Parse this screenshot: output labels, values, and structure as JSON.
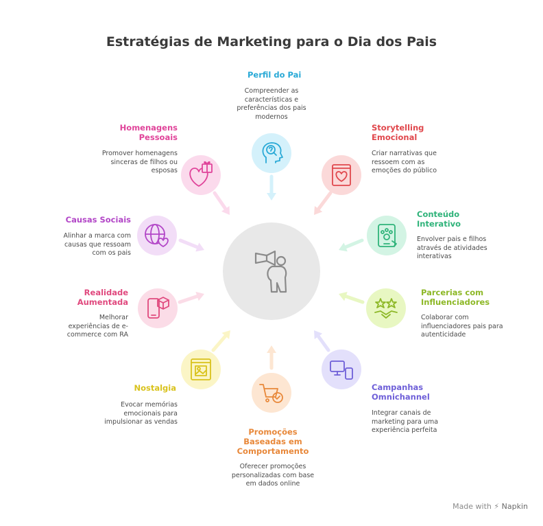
{
  "title": "Estratégias de Marketing para o Dia dos Pais",
  "center": {
    "icon": "megaphone-person-icon"
  },
  "nodes": [
    {
      "id": "perfil",
      "title": "Perfil do Pai",
      "desc": "Compreender as características e preferências dos pais modernos",
      "color": "#29A9D6",
      "bg": "#D4F1FB",
      "icon": "head-search-icon"
    },
    {
      "id": "storytelling",
      "title": "Storytelling Emocional",
      "desc": "Criar narrativas que ressoem com as emoções do público",
      "color": "#E0474C",
      "bg": "#FBD9D9",
      "icon": "heart-book-icon"
    },
    {
      "id": "conteudo",
      "title": "Conteúdo Interativo",
      "desc": "Envolver pais e filhos através de atividades interativas",
      "color": "#2FB37A",
      "bg": "#D3F4E4",
      "icon": "tablet-paw-icon"
    },
    {
      "id": "parcerias",
      "title": "Parcerias com Influenciadores",
      "desc": "Colaborar com influenciadores pais para autenticidade",
      "color": "#8DB827",
      "bg": "#E8F7C2",
      "icon": "stars-handshake-icon"
    },
    {
      "id": "omnichannel",
      "title": "Campanhas Omnichannel",
      "desc": "Integrar canais de marketing para uma experiência perfeita",
      "color": "#6E5FD8",
      "bg": "#E3E0FB",
      "icon": "devices-icon"
    },
    {
      "id": "promocoes",
      "title": "Promoções Baseadas em Comportamento",
      "desc": "Oferecer promoções personalizadas com base em dados online",
      "color": "#E8883A",
      "bg": "#FDE6D2",
      "icon": "cart-check-icon"
    },
    {
      "id": "nostalgia",
      "title": "Nostalgia",
      "desc": "Evocar memórias emocionais para impulsionar as vendas",
      "color": "#D9C21C",
      "bg": "#FBF5C6",
      "icon": "photo-album-icon"
    },
    {
      "id": "realidade",
      "title": "Realidade Aumentada",
      "desc": "Melhorar experiências de e-commerce com RA",
      "color": "#E0497E",
      "bg": "#FBDCE7",
      "icon": "phone-cube-icon"
    },
    {
      "id": "causas",
      "title": "Causas Sociais",
      "desc": "Alinhar a marca com causas que ressoam com os pais",
      "color": "#B246C7",
      "bg": "#F2DDF7",
      "icon": "globe-heart-icon"
    },
    {
      "id": "homenagens",
      "title": "Homenagens Pessoais",
      "desc": "Promover homenagens sinceras de filhos ou esposas",
      "color": "#E0449A",
      "bg": "#FBDAEC",
      "icon": "heart-gift-icon"
    }
  ],
  "footer": {
    "prefix": "Made with",
    "brand": "Napkin"
  }
}
